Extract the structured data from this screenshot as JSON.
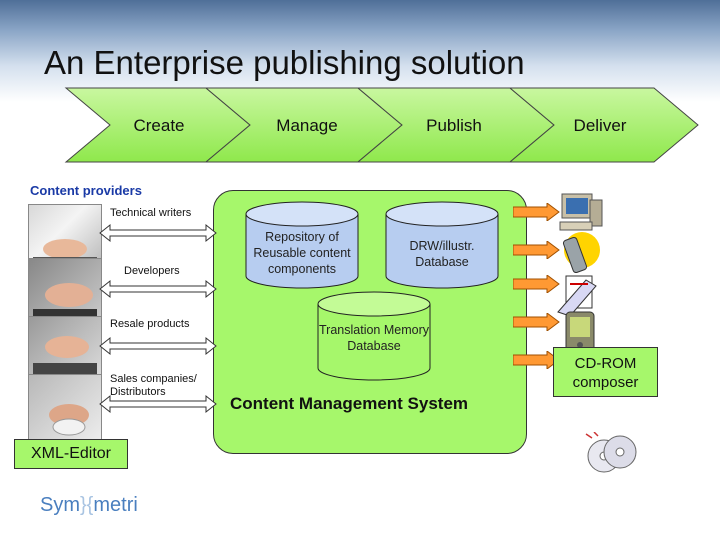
{
  "title": "An Enterprise publishing solution",
  "stages": [
    "Create",
    "Manage",
    "Publish",
    "Deliver"
  ],
  "content_providers": {
    "title": "Content providers",
    "items": [
      {
        "label": "Technical writers"
      },
      {
        "label": "Developers"
      },
      {
        "label": "Resale products"
      },
      {
        "label": "Sales companies/ Distributors"
      }
    ]
  },
  "cms": {
    "label": "Content Management System",
    "repositories": [
      "Repository of Reusable content components",
      "DRW/illustr. Database",
      "Translation Memory Database"
    ]
  },
  "xml_editor": "XML-Editor",
  "cd_rom": "CD-ROM composer",
  "logo": {
    "left": "Sym",
    "right": "metri"
  },
  "colors": {
    "accent_green": "#a6f76b",
    "arrow_orange": "#ff9933",
    "title_blue": "#1a3aa6"
  },
  "icons": [
    "desktop-computer-icon",
    "mobile-phone-icon",
    "printed-document-icon",
    "pda-icon",
    "cd-discs-icon"
  ]
}
